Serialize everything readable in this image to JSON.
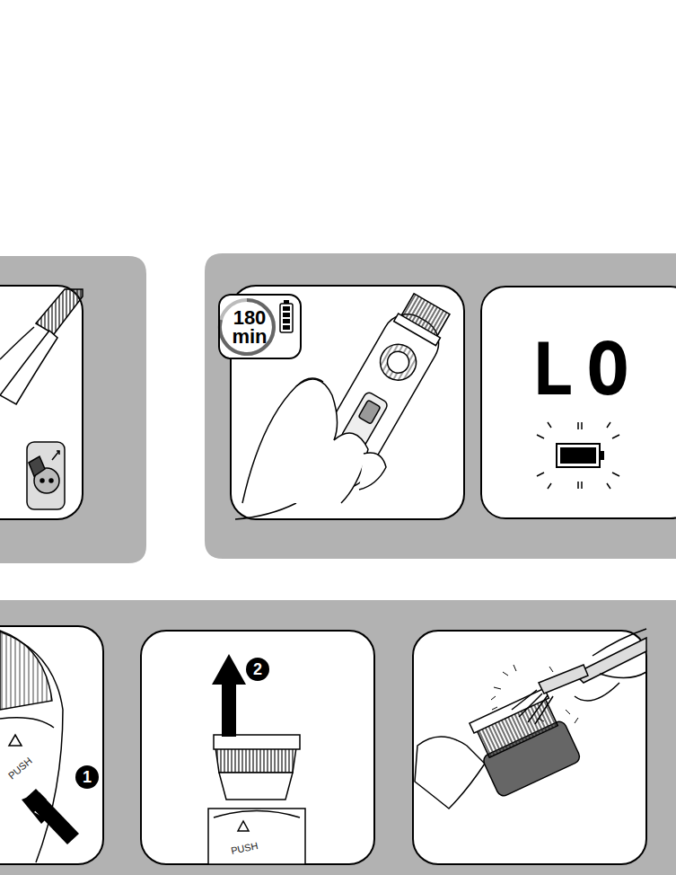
{
  "diagram": {
    "nodes": [
      {
        "text": [
          "180 min"
        ]
      },
      {
        "text": [
          "LO"
        ]
      }
    ],
    "labels": [
      "PUSH",
      "1",
      "2",
      "PUSH"
    ]
  }
}
